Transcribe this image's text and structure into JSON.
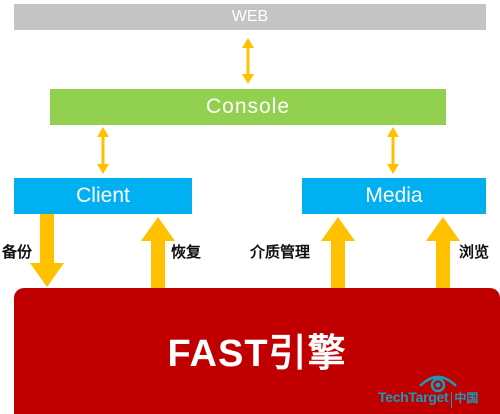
{
  "nodes": {
    "web": "WEB",
    "console": "Console",
    "client": "Client",
    "media": "Media",
    "engine": "FAST引擎"
  },
  "edges": {
    "backup": "备份",
    "restore": "恢复",
    "media_management": "介质管理",
    "browse": "浏览"
  },
  "watermark": {
    "brand": "TechTarget",
    "region": "中国"
  },
  "colors": {
    "web": "#c4c4c4",
    "console": "#92d050",
    "client": "#00b0f0",
    "media": "#00b0f0",
    "engine": "#c00000",
    "arrow": "#ffc000"
  }
}
